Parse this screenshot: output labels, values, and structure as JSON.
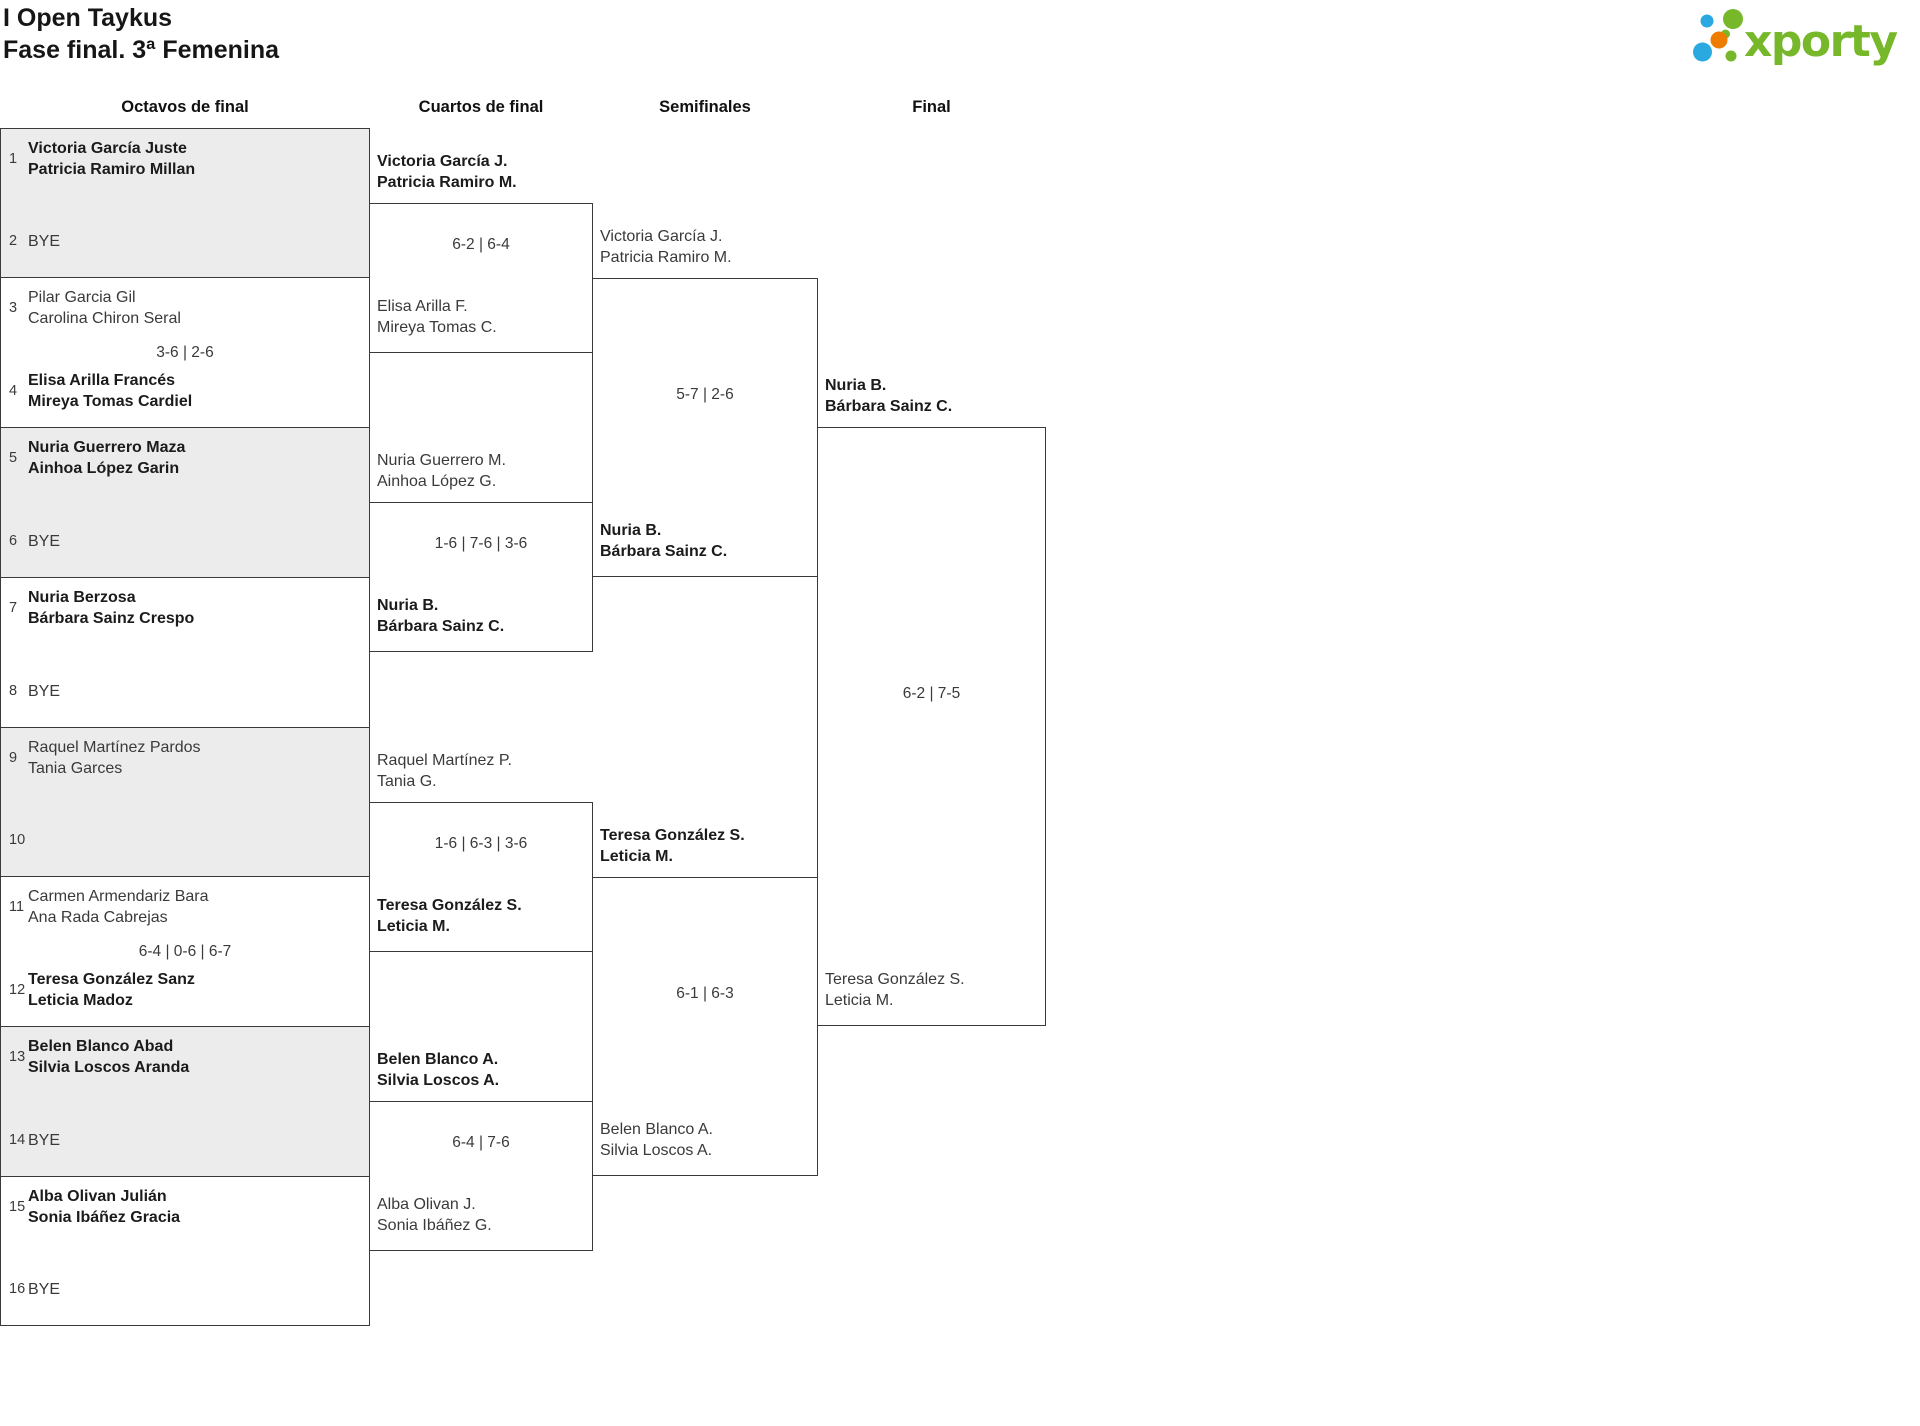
{
  "page": {
    "title_line1": "I Open Taykus",
    "title_line2": "Fase final. 3ª Femenina"
  },
  "logo": {
    "text": "xporty",
    "green": "#76b82a",
    "blue": "#2aa9e0",
    "orange": "#ee7c00"
  },
  "round_headers": [
    "Octavos de final",
    "Cuartos de final",
    "Semifinales",
    "Final"
  ],
  "octavos": [
    {
      "seed1": "1",
      "t1a": "Victoria García Juste",
      "t1b": "Patricia Ramiro Millan",
      "seed2": "2",
      "t2a": "BYE",
      "t2b": "",
      "score": ""
    },
    {
      "seed1": "3",
      "t1a": "Pilar Garcia Gil",
      "t1b": "Carolina Chiron Seral",
      "seed2": "4",
      "t2a": "Elisa Arilla Francés",
      "t2b": "Mireya Tomas Cardiel",
      "score": "3-6 | 2-6"
    },
    {
      "seed1": "5",
      "t1a": "Nuria Guerrero Maza",
      "t1b": "Ainhoa López Garin",
      "seed2": "6",
      "t2a": "BYE",
      "t2b": "",
      "score": ""
    },
    {
      "seed1": "7",
      "t1a": "Nuria Berzosa",
      "t1b": "Bárbara Sainz Crespo",
      "seed2": "8",
      "t2a": "BYE",
      "t2b": "",
      "score": ""
    },
    {
      "seed1": "9",
      "t1a": "Raquel Martínez Pardos",
      "t1b": "Tania Garces",
      "seed2": "10",
      "t2a": "",
      "t2b": "",
      "score": ""
    },
    {
      "seed1": "11",
      "t1a": "Carmen Armendariz Bara",
      "t1b": "Ana Rada Cabrejas",
      "seed2": "12",
      "t2a": "Teresa González Sanz",
      "t2b": "Leticia Madoz",
      "score": "6-4 | 0-6 | 6-7"
    },
    {
      "seed1": "13",
      "t1a": "Belen Blanco Abad",
      "t1b": "Silvia Loscos Aranda",
      "seed2": "14",
      "t2a": "BYE",
      "t2b": "",
      "score": ""
    },
    {
      "seed1": "15",
      "t1a": "Alba Olivan Julián",
      "t1b": "Sonia Ibáñez Gracia",
      "seed2": "16",
      "t2a": "BYE",
      "t2b": "",
      "score": ""
    }
  ],
  "cuartos": [
    {
      "t1a": "Victoria García J.",
      "t1b": "Patricia Ramiro M.",
      "t2a": "Elisa Arilla F.",
      "t2b": "Mireya Tomas C.",
      "score": "6-2 | 6-4"
    },
    {
      "t1a": "Nuria Guerrero M.",
      "t1b": "Ainhoa López G.",
      "t2a": "Nuria B.",
      "t2b": "Bárbara Sainz C.",
      "score": "1-6 | 7-6 | 3-6"
    },
    {
      "t1a": "Raquel Martínez P.",
      "t1b": "Tania G.",
      "t2a": "Teresa González S.",
      "t2b": "Leticia M.",
      "score": "1-6 | 6-3 | 3-6"
    },
    {
      "t1a": "Belen Blanco A.",
      "t1b": "Silvia Loscos A.",
      "t2a": "Alba Olivan J.",
      "t2b": "Sonia Ibáñez G.",
      "score": "6-4 | 7-6"
    }
  ],
  "semifinales": [
    {
      "t1a": "Victoria García J.",
      "t1b": "Patricia Ramiro M.",
      "t2a": "Nuria B.",
      "t2b": "Bárbara Sainz C.",
      "score": "5-7 | 2-6"
    },
    {
      "t1a": "Teresa González S.",
      "t1b": "Leticia M.",
      "t2a": "Belen Blanco A.",
      "t2b": "Silvia Loscos A.",
      "score": "6-1 | 6-3"
    }
  ],
  "final": [
    {
      "t1a": "Nuria B.",
      "t1b": "Bárbara Sainz C.",
      "t2a": "Teresa González S.",
      "t2b": "Leticia M.",
      "score": "6-2 | 7-5"
    }
  ]
}
